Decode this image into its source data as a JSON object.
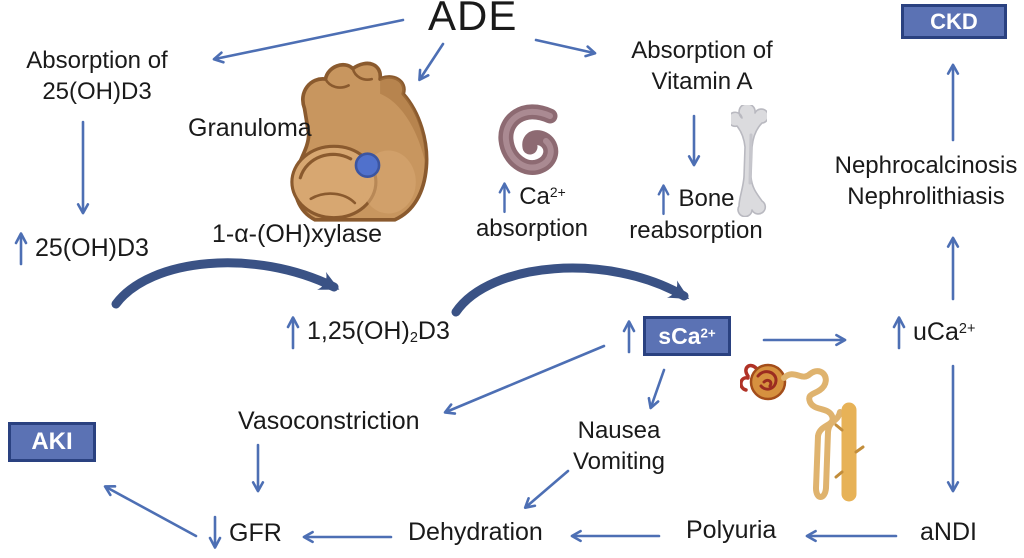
{
  "colors": {
    "background": "#ffffff",
    "text": "#1a1a1a",
    "arrow": "#4d6fb4",
    "arrow_thick": "#3a5285",
    "badge_fill": "#5b72b4",
    "badge_border": "#2a4180",
    "badge_text": "#ffffff"
  },
  "icons": {
    "muscle": "muscle-arm-icon",
    "intestine": "intestine-icon",
    "bone": "bone-icon",
    "nephron": "nephron-icon",
    "up_arrow": "increase-arrow-icon",
    "down_arrow": "decrease-arrow-icon"
  },
  "nodes": {
    "ade": "ADE",
    "absorption_d3": {
      "l1": "Absorption of",
      "l2": "25(OH)D3"
    },
    "d25ohd3": "25(OH)D3",
    "granuloma": "Granuloma",
    "xylase": "1-α-(OH)xylase",
    "d125": {
      "pre": "1,25(OH)",
      "sub": "2",
      "post": "D3"
    },
    "ca": {
      "base": "Ca",
      "sup": "2+",
      "label": "absorption"
    },
    "vitamin_a": {
      "l1": "Absorption of",
      "l2": "Vitamin A"
    },
    "bone": {
      "l1": "Bone",
      "l2": "reabsorption"
    },
    "ckd": "CKD",
    "nephro": {
      "l1": "Nephrocalcinosis",
      "l2": "Nephrolithiasis"
    },
    "sca": {
      "base": "sCa",
      "sup": "2+"
    },
    "uca": {
      "base": "uCa",
      "sup": "2+"
    },
    "aki": "AKI",
    "vasoconstriction": "Vasoconstriction",
    "nausea": {
      "l1": "Nausea",
      "l2": "Vomiting"
    },
    "gfr": "GFR",
    "dehydration": "Dehydration",
    "polyuria": "Polyuria",
    "andi": "aNDI"
  },
  "edges": [
    {
      "from": "ADE",
      "to": "Absorption of 25(OH)D3"
    },
    {
      "from": "ADE",
      "to": "Granuloma 1-α-(OH)xylase"
    },
    {
      "from": "ADE",
      "to": "Absorption of Vitamin A"
    },
    {
      "from": "Absorption of 25(OH)D3",
      "to": "↑ 25(OH)D3"
    },
    {
      "from": "↑ 25(OH)D3",
      "to": "↑ 1,25(OH)₂D3"
    },
    {
      "from": "↑ 1,25(OH)₂D3",
      "to": "↑ sCa2+"
    },
    {
      "from": "Absorption of Vitamin A",
      "to": "↑ Bone reabsorption"
    },
    {
      "from": "↑ sCa2+",
      "to": "↑ uCa2+"
    },
    {
      "from": "↑ sCa2+",
      "to": "Vasoconstriction"
    },
    {
      "from": "↑ sCa2+",
      "to": "Nausea Vomiting"
    },
    {
      "from": "↑ uCa2+",
      "to": "Nephrocalcinosis Nephrolithiasis"
    },
    {
      "from": "Nephrocalcinosis Nephrolithiasis",
      "to": "CKD"
    },
    {
      "from": "↑ uCa2+",
      "to": "aNDI"
    },
    {
      "from": "aNDI",
      "to": "Polyuria"
    },
    {
      "from": "Polyuria",
      "to": "Dehydration"
    },
    {
      "from": "Nausea Vomiting",
      "to": "Dehydration"
    },
    {
      "from": "Dehydration",
      "to": "↓ GFR"
    },
    {
      "from": "Vasoconstriction",
      "to": "↓ GFR"
    },
    {
      "from": "↓ GFR",
      "to": "AKI"
    }
  ]
}
